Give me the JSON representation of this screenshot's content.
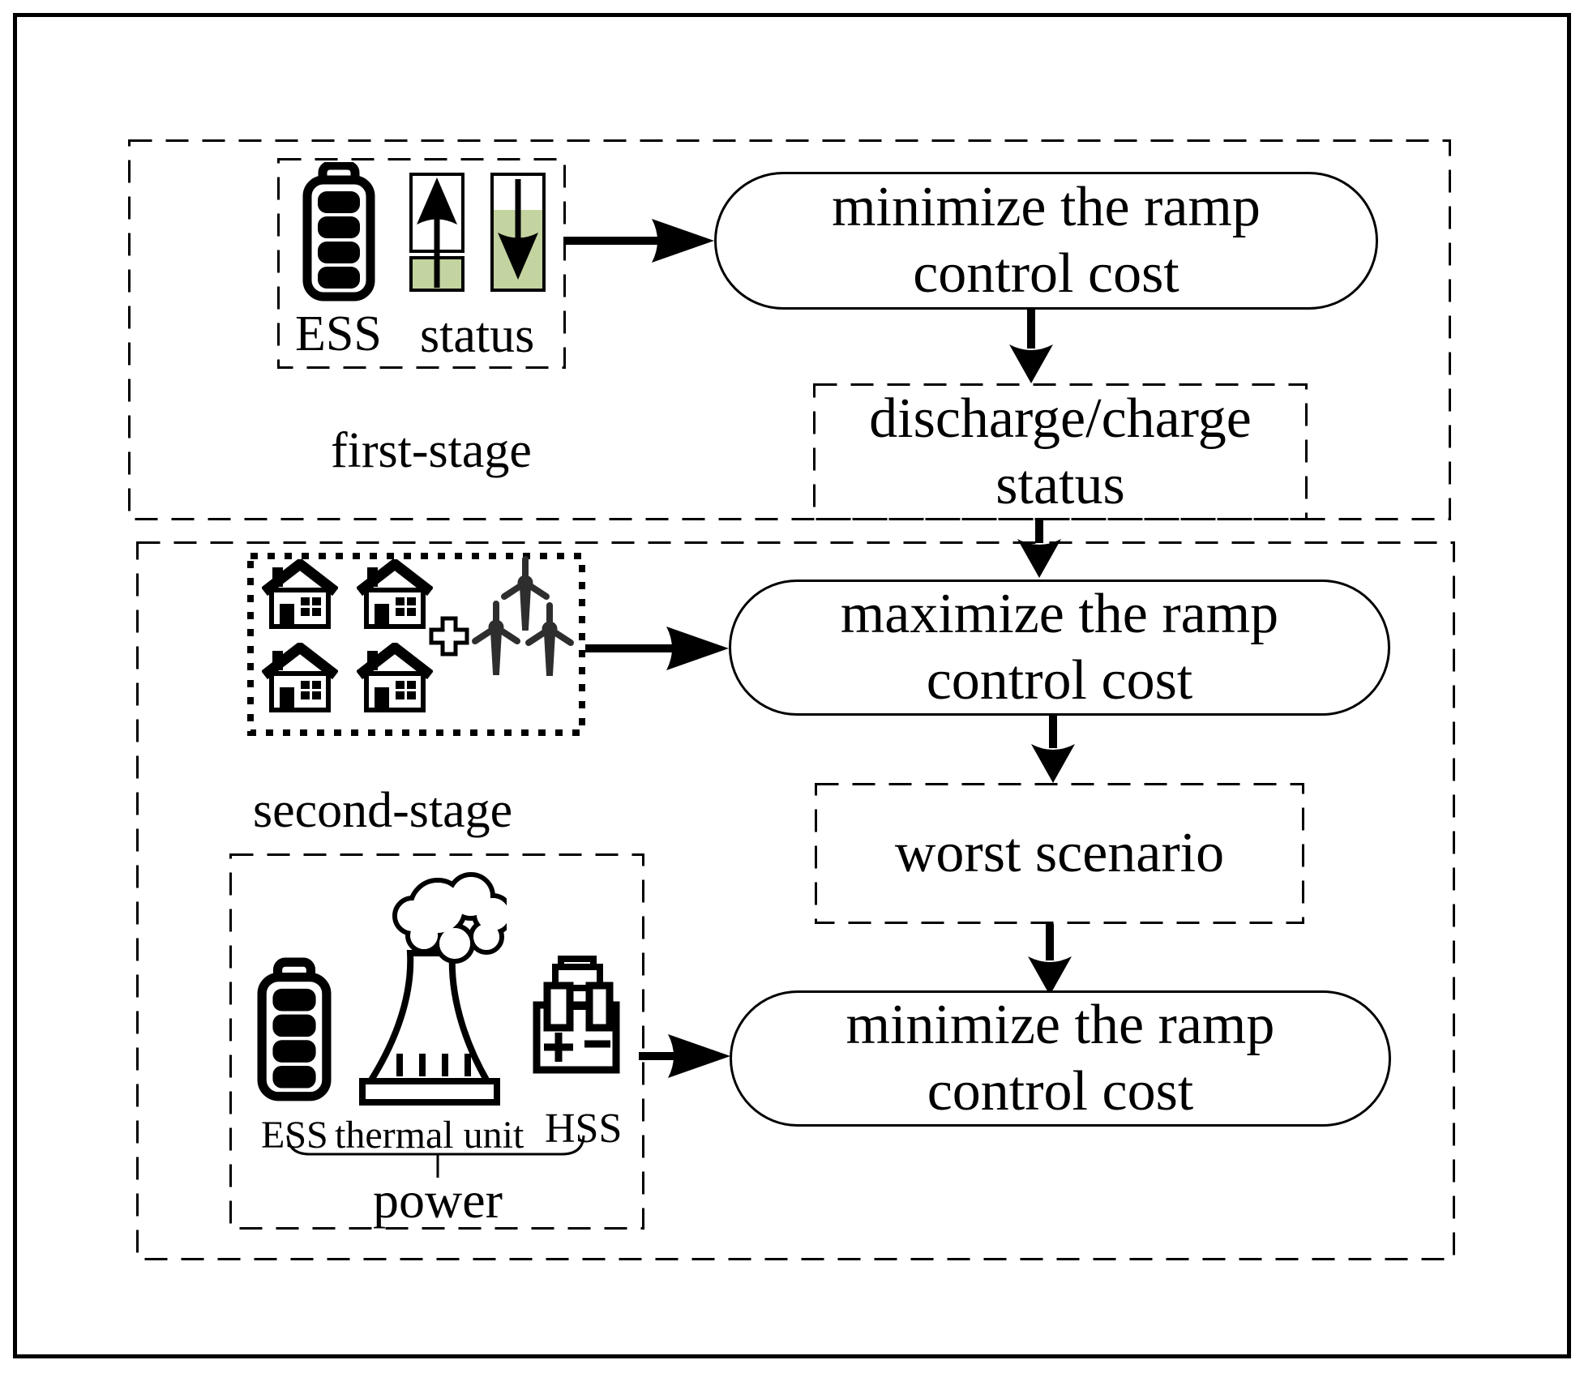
{
  "colors": {
    "background": "#ffffff",
    "ink": "#000000",
    "status_fill": "#c3d4a0",
    "turbine": "#2e2e2e"
  },
  "stage1": {
    "label": "first-stage",
    "ess_label": "ESS",
    "status_label": "status",
    "minimize": {
      "line1": "minimize the ramp",
      "line2": "control cost"
    },
    "discharge": {
      "line1": "discharge/charge",
      "line2": "status"
    }
  },
  "stage2": {
    "label": "second-stage",
    "maximize": {
      "line1": "maximize the ramp",
      "line2": "control cost"
    },
    "worst": "worst scenario",
    "minimize": {
      "line1": "minimize the ramp",
      "line2": "control cost"
    },
    "power": {
      "ess_label": "ESS",
      "thermal_label": "thermal unit",
      "hss_label": "HSS",
      "group_label": "power"
    }
  },
  "icons": {
    "battery": "battery-icon",
    "charge_status_up": "up-arrow-status-icon",
    "discharge_status_down": "down-arrow-status-icon",
    "house": "house-icon",
    "wind_turbines": "wind-turbine-icon",
    "plus": "plus-icon",
    "thermal_unit": "thermal-unit-icon",
    "hydrogen_storage": "hss-icon",
    "flow_arrow": "flow-arrow-icon",
    "underbrace": "underbrace-icon"
  }
}
